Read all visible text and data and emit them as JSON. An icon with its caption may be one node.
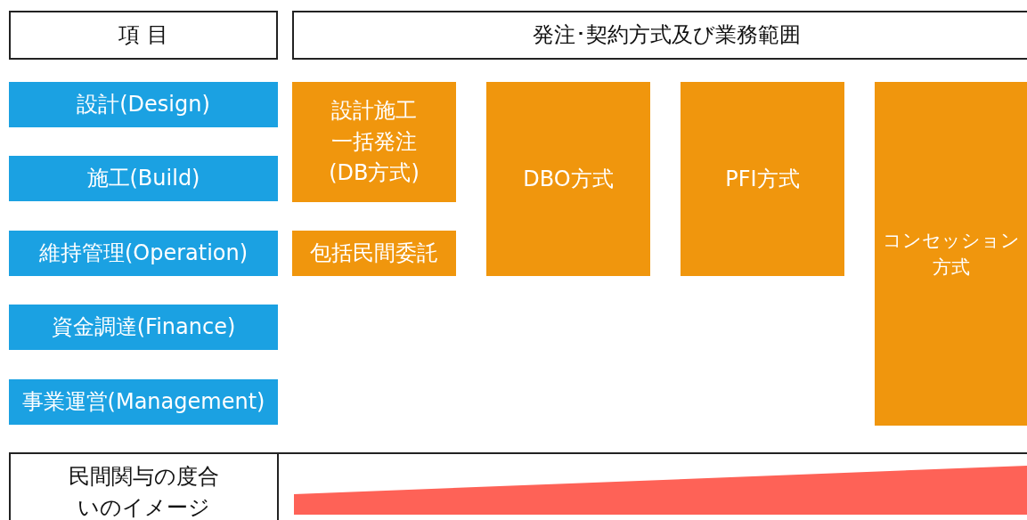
{
  "diagram": {
    "nodes": [
      {
        "text": [
          "項 目"
        ]
      },
      {
        "text": [
          "発注･契約方式及び業務範囲"
        ]
      },
      {
        "text": [
          "設計(Design)"
        ]
      },
      {
        "text": [
          "施工(Build)"
        ]
      },
      {
        "text": [
          "維持管理(Operation)"
        ]
      },
      {
        "text": [
          "資金調達(Finance)"
        ]
      },
      {
        "text": [
          "事業運営(Management)"
        ]
      },
      {
        "text": [
          "設計施工一括発注(DB方式)"
        ]
      },
      {
        "text": [
          "DBO方式"
        ]
      },
      {
        "text": [
          "PFI方式"
        ]
      },
      {
        "text": [
          "コンセッション方式"
        ]
      },
      {
        "text": [
          "包括民間委託"
        ]
      },
      {
        "text": [
          "民間関与の度合いのイメージ"
        ]
      },
      {
        "text": [],
        "shape": "bar"
      }
    ],
    "edges": []
  }
}
